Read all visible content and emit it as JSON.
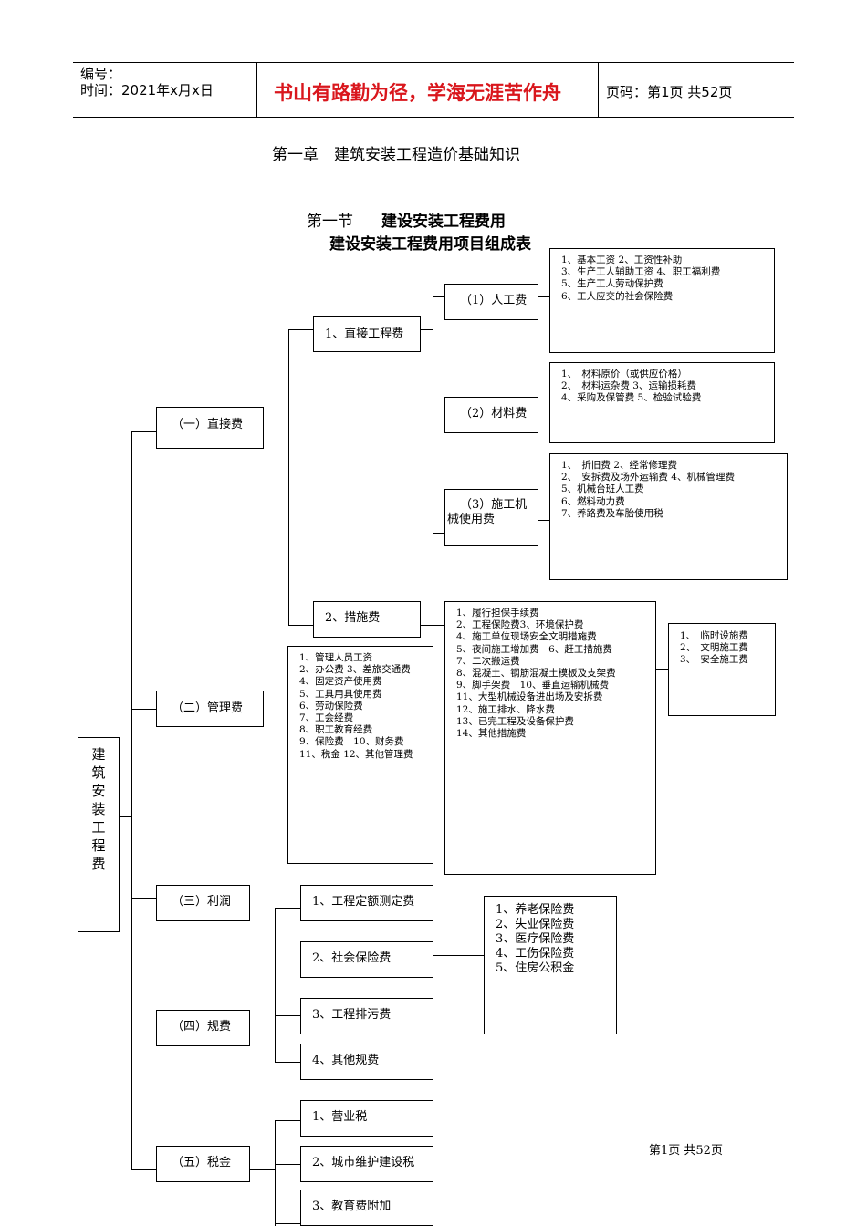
{
  "header": {
    "number_label": "编号：",
    "time_label": "时间：2021年x月x日",
    "motto": "书山有路勤为径，学海无涯苦作舟",
    "page_label": "页码：第1页 共52页"
  },
  "chapter_title": "第一章　建筑安装工程造价基础知识",
  "section": {
    "number": "第一节",
    "title": "建设安装工程费用"
  },
  "table_title": "建设安装工程费用项目组成表",
  "root": "建筑安装工程费",
  "categories": {
    "c1": "（一）直接费",
    "c2": "（二）管理费",
    "c3": "（三）利润",
    "c4": "（四）规费",
    "c5": "（五）税金"
  },
  "direct": {
    "d1": "1、直接工程费",
    "d2": "2、措施费",
    "labor": "（1）人工费",
    "material": "（2）材料费",
    "machine_l1": "（3）施工机",
    "machine_l2": "械使用费"
  },
  "lists": {
    "labor": "1、基本工资 2、工资性补助\n3、生产工人辅助工资 4、职工福利费\n5、生产工人劳动保护费\n6、工人应交的社会保险费",
    "material": "1、　材料原价（或供应价格）\n2、　材料运杂费 3、运输损耗费\n4、采购及保管费 5、检验试验费",
    "machine": "1、　折旧费 2、经常修理费\n2、　安拆费及场外运输费 4、机械管理费\n5、机械台班人工费\n6、燃料动力费\n7、养路费及车胎使用税",
    "measures": "1、履行担保手续费\n2、工程保险费3、环境保护费\n4、施工单位现场安全文明措施费\n5、夜间施工增加费　6、赶工措施费\n7、二次搬运费\n8、混凝土、钢筋混凝土模板及支架费\n9、脚手架费　10、垂直运输机械费\n11、大型机械设备进出场及安拆费\n12、施工排水、降水费\n13、已完工程及设备保护费\n14、其他措施费",
    "safety": "1、　临时设施费\n2、　文明施工费\n3、　安全施工费",
    "management": "1、管理人员工资\n2、办公费 3、差旅交通费\n4、固定资产使用费\n5、工具用具使用费\n6、劳动保险费\n7、工会经费\n8、职工教育经费\n9、保险费　10、财务费\n11、税金 12、其他管理费",
    "social": "1、养老保险费\n2、失业保险费\n3、医疗保险费\n4、工伤保险费\n5、住房公积金"
  },
  "fees": {
    "f1": "1、工程定额测定费",
    "f2": "2、社会保险费",
    "f3": "3、工程排污费",
    "f4": "4、其他规费"
  },
  "taxes": {
    "t1": "1、营业税",
    "t2": "2、城市维护建设税",
    "t3": "3、教育费附加"
  },
  "footer": "第1页 共52页"
}
